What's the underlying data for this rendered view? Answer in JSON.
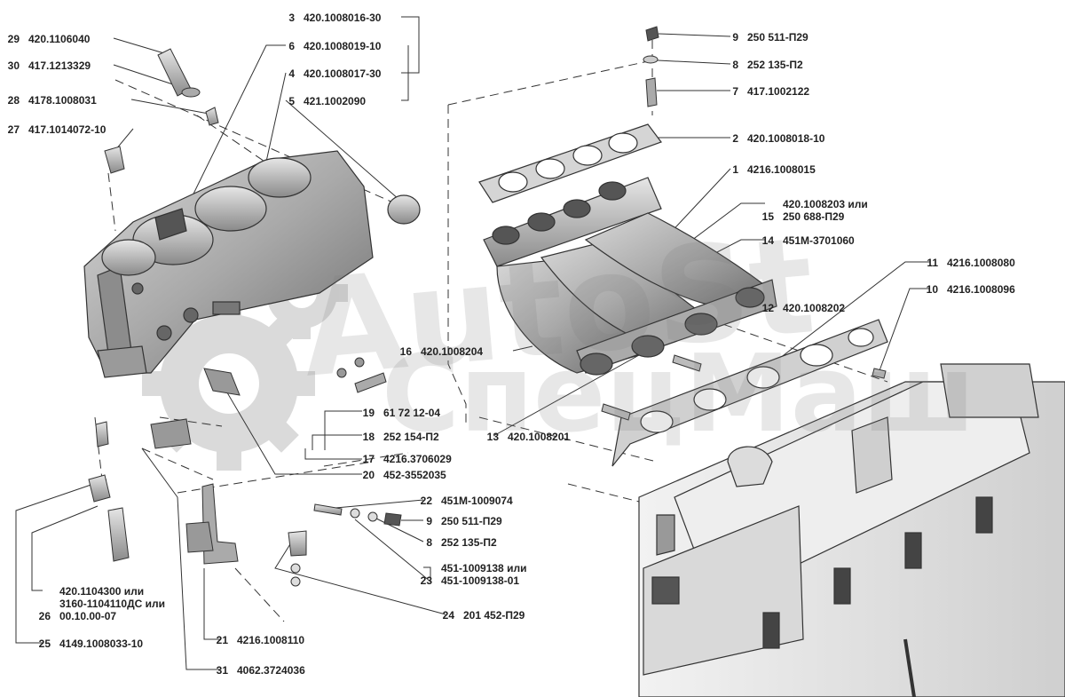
{
  "watermark": {
    "text_latin": "AutoSt",
    "text_cyr": "СпецМаш"
  },
  "callouts": [
    {
      "id": "c29",
      "num": "29",
      "part": "420.1106040"
    },
    {
      "id": "c30",
      "num": "30",
      "part": "417.1213329"
    },
    {
      "id": "c28",
      "num": "28",
      "part": "4178.1008031"
    },
    {
      "id": "c27",
      "num": "27",
      "part": "417.1014072-10"
    },
    {
      "id": "c3",
      "num": "3",
      "part": "420.1008016-30"
    },
    {
      "id": "c6",
      "num": "6",
      "part": "420.1008019-10"
    },
    {
      "id": "c4",
      "num": "4",
      "part": "420.1008017-30"
    },
    {
      "id": "c5",
      "num": "5",
      "part": "421.1002090"
    },
    {
      "id": "c9a",
      "num": "9",
      "part": "250 511-П29"
    },
    {
      "id": "c8a",
      "num": "8",
      "part": "252 135-П2"
    },
    {
      "id": "c7",
      "num": "7",
      "part": "417.1002122"
    },
    {
      "id": "c2",
      "num": "2",
      "part": "420.1008018-10"
    },
    {
      "id": "c1",
      "num": "1",
      "part": "4216.1008015"
    },
    {
      "id": "c15",
      "num": "15",
      "part": "420.1008203 или",
      "part2": "250 688-П29"
    },
    {
      "id": "c14",
      "num": "14",
      "part": "451М-3701060"
    },
    {
      "id": "c11",
      "num": "11",
      "part": "4216.1008080"
    },
    {
      "id": "c10",
      "num": "10",
      "part": "4216.1008096"
    },
    {
      "id": "c12",
      "num": "12",
      "part": "420.1008202"
    },
    {
      "id": "c16",
      "num": "16",
      "part": "420.1008204"
    },
    {
      "id": "c19",
      "num": "19",
      "part": "61 72 12-04"
    },
    {
      "id": "c18",
      "num": "18",
      "part": "252 154-П2"
    },
    {
      "id": "c13",
      "num": "13",
      "part": "420.1008201"
    },
    {
      "id": "c17",
      "num": "17",
      "part": "4216.3706029"
    },
    {
      "id": "c20",
      "num": "20",
      "part": "452-3552035"
    },
    {
      "id": "c22",
      "num": "22",
      "part": "451М-1009074"
    },
    {
      "id": "c9b",
      "num": "9",
      "part": "250 511-П29"
    },
    {
      "id": "c8b",
      "num": "8",
      "part": "252 135-П2"
    },
    {
      "id": "c23",
      "num": "23",
      "part": "451-1009138 или",
      "part2": "451-1009138-01"
    },
    {
      "id": "c24",
      "num": "24",
      "part": "201 452-П29"
    },
    {
      "id": "c26",
      "num": "26",
      "part": "420.1104300 или",
      "part2": "3160-1104110ДС или",
      "part3": "00.10.00-07"
    },
    {
      "id": "c25",
      "num": "25",
      "part": "4149.1008033-10"
    },
    {
      "id": "c21",
      "num": "21",
      "part": "4216.1008110"
    },
    {
      "id": "c31",
      "num": "31",
      "part": "4062.3724036"
    }
  ]
}
